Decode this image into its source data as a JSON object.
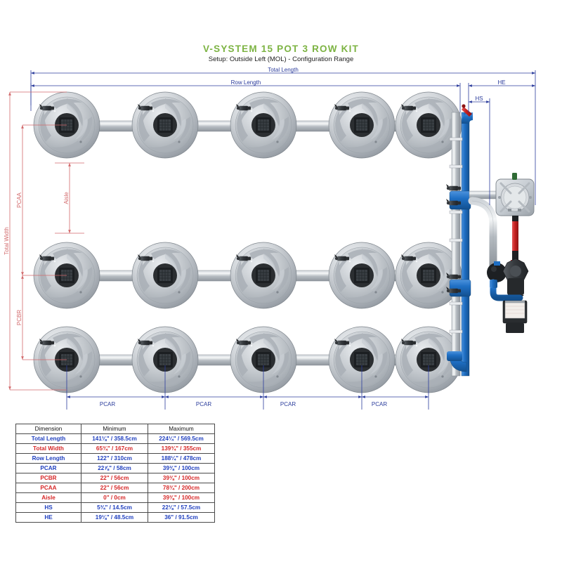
{
  "header": {
    "title": "V-SYSTEM 15 POT 3 ROW KIT",
    "subtitle": "Setup: Outside Left (MOL) - Configuration Range",
    "title_color": "#7cb342"
  },
  "diagram": {
    "labels": {
      "total_length": "Total Length",
      "row_length": "Row Length",
      "total_width": "Total Width",
      "he": "HE",
      "hs": "HS",
      "aisle": "Aisle",
      "pcaa": "PCAA",
      "pcbr": "PCBR",
      "pcar": "PCAR"
    },
    "pcar_labels": [
      "PCAR",
      "PCAR",
      "PCAR",
      "PCAR"
    ],
    "rows": 3,
    "pots_per_row": 5,
    "total_pots": 15,
    "colors": {
      "dim_blue": "#2b3c9c",
      "dim_red": "#d2696b",
      "pipe_blue": "#1f6fc4",
      "pipe_grey": "#b9bfc6"
    }
  },
  "table": {
    "columns": [
      "Dimension",
      "Minimum",
      "Maximum"
    ],
    "rows": [
      {
        "name": "Total Length",
        "color": "blue",
        "min": "141⅛\" / 358.5cm",
        "max": "224¼\" / 569.5cm"
      },
      {
        "name": "Total Width",
        "color": "red",
        "min": "65¾\" / 167cm",
        "max": "139¾\" / 355cm"
      },
      {
        "name": "Row Length",
        "color": "blue",
        "min": "122\" / 310cm",
        "max": "188¼\" / 478cm"
      },
      {
        "name": "PCAR",
        "color": "blue",
        "min": "22⅞\" / 58cm",
        "max": "39⅜\" / 100cm"
      },
      {
        "name": "PCBR",
        "color": "red",
        "min": "22\" / 56cm",
        "max": "39⅜\" / 100cm"
      },
      {
        "name": "PCAA",
        "color": "red",
        "min": "22\" / 56cm",
        "max": "78¾\" / 200cm"
      },
      {
        "name": "Aisle",
        "color": "red",
        "min": "0\" / 0cm",
        "max": "39⅜\" / 100cm"
      },
      {
        "name": "HS",
        "color": "blue",
        "min": "5¾\" / 14.5cm",
        "max": "22⅛\" / 57.5cm"
      },
      {
        "name": "HE",
        "color": "blue",
        "min": "19⅛\" / 48.5cm",
        "max": "36\" / 91.5cm"
      }
    ]
  }
}
